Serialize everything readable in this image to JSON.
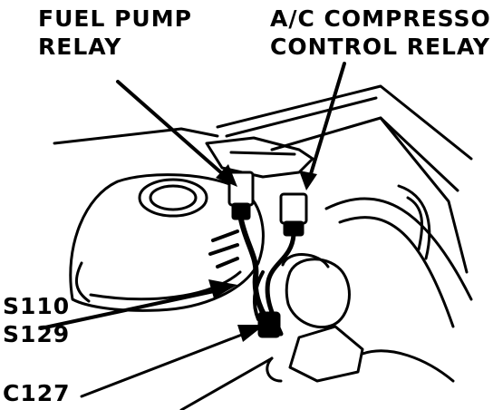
{
  "labels": {
    "fuel_pump_relay": {
      "line1": "FUEL PUMP",
      "line2": "RELAY"
    },
    "ac_compressor_relay": {
      "line1": "A/C COMPRESSOR",
      "line2": "CONTROL RELAY"
    },
    "splices": {
      "line1": "S110",
      "line2": "S129"
    },
    "connector": "C127"
  },
  "colors": {
    "ink": "#000000",
    "paper": "#ffffff"
  }
}
